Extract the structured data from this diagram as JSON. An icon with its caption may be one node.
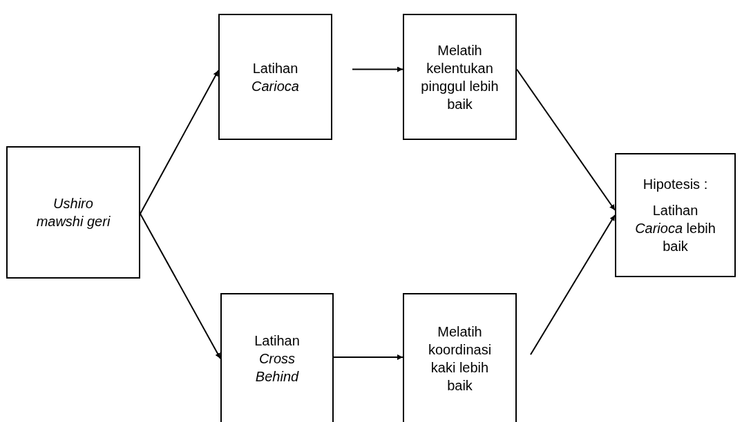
{
  "diagram": {
    "nodes": [
      {
        "text": [
          "Ushiro mawshi geri"
        ]
      },
      {
        "text": [
          "Latihan *Carioca*"
        ]
      },
      {
        "text": [
          "Melatih kelentukan pinggul lebih baik"
        ]
      },
      {
        "text": [
          "Latihan *Cross Behind*"
        ]
      },
      {
        "text": [
          "Melatih koordinasi kaki lebih baik"
        ]
      },
      {
        "text": [
          "Hipotesis :",
          "Latihan *Carioca* lebih baik"
        ]
      }
    ],
    "edges": [
      {
        "from": 0,
        "to": 1,
        "arrow": "to"
      },
      {
        "from": 0,
        "to": 3,
        "arrow": "to"
      },
      {
        "from": 1,
        "to": 2,
        "arrow": "to"
      },
      {
        "from": 3,
        "to": 4,
        "arrow": "to"
      },
      {
        "from": 2,
        "to": 5,
        "arrow": "to"
      },
      {
        "from": 4,
        "to": 5,
        "arrow": "to"
      }
    ]
  }
}
